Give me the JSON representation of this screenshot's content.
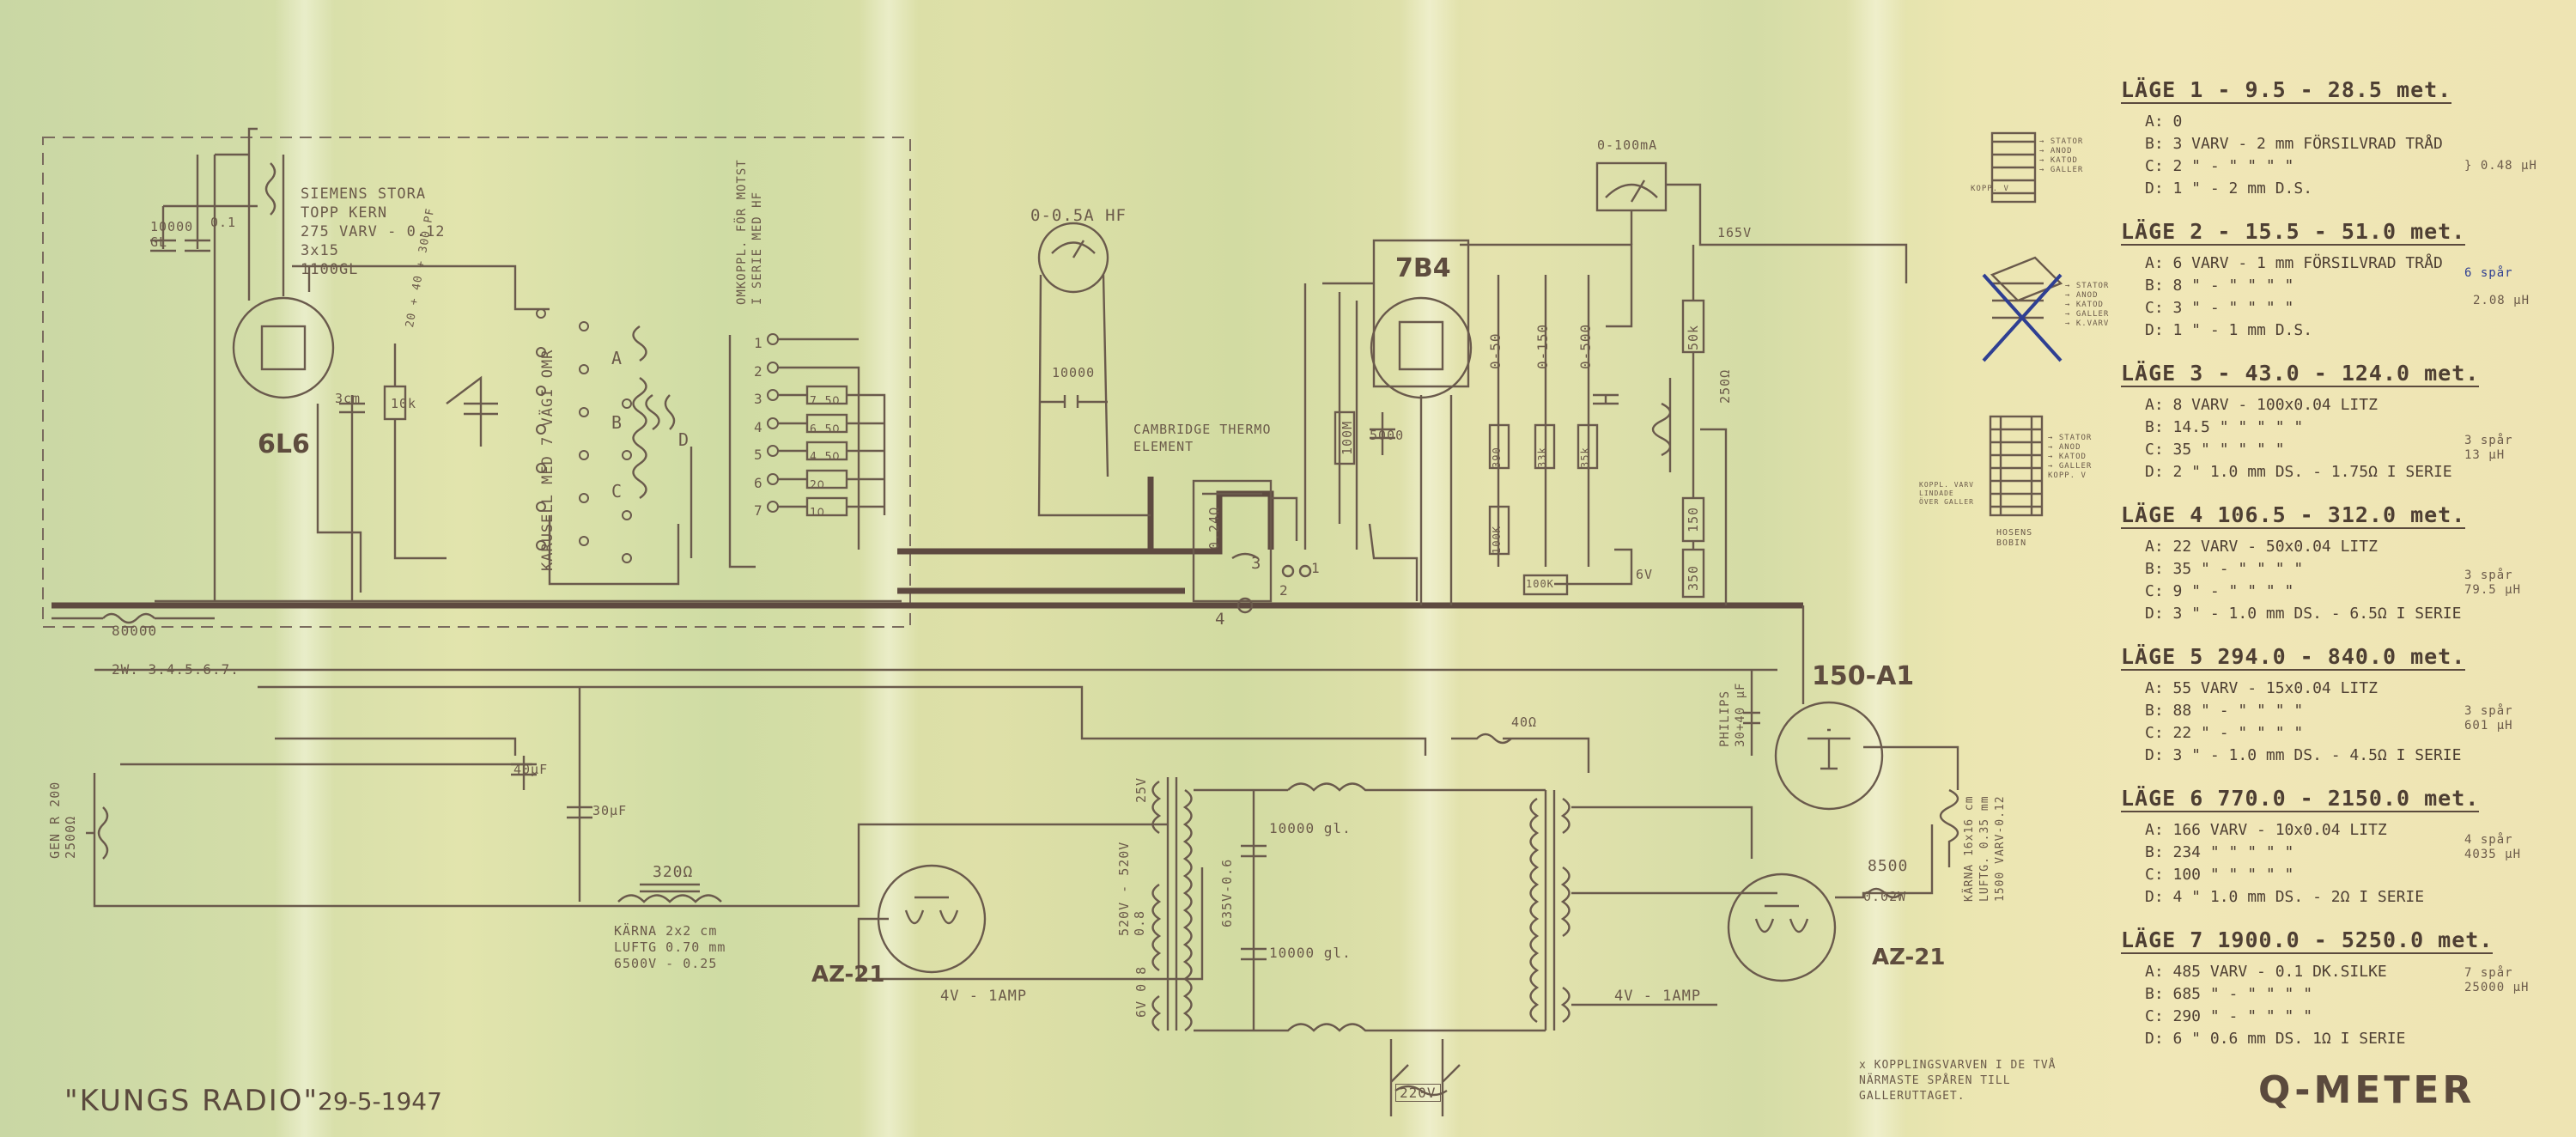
{
  "footer": {
    "maker": "\"KUNGS RADIO\"",
    "date": "29-5-1947",
    "title": "Q-METER"
  },
  "tubes": {
    "t6l6": "6L6",
    "t7b4": "7B4",
    "t150a1": "150-A1",
    "az21": "AZ-21"
  },
  "labels": {
    "siemens_1": "SIEMENS STORA",
    "siemens_2": "TOPP KERN",
    "siemens_3": "275 VARV - 0.12",
    "siemens_4": "3x15",
    "siemens_5": "1100GL",
    "cap_10000": "10000",
    "cap_gl": "GL",
    "cap_01": "0.1",
    "cm3": "3cm",
    "k10": "10k",
    "trimmer": "20 + 40 + 300 PF",
    "karusell": "KARUSELL MED 7 VÄGI OMR",
    "coil_a": "A",
    "coil_b": "B",
    "coil_c": "C",
    "coil_d": "D",
    "omkoppl_1": "OMKOPPL. FÖR MOTST",
    "omkoppl_2": "I SERIE MED HF",
    "pos_1": "1",
    "pos_2": "2",
    "pos_3": "3",
    "pos_4": "4",
    "pos_5": "5",
    "pos_6": "6",
    "pos_7": "7",
    "r_75": "7.5Ω",
    "r_65": "6.5Ω",
    "r_45": "4.5Ω",
    "r_22": "2Ω",
    "r_1": "1Ω",
    "meter_hf": "0-0.5A HF",
    "cap_10000b": "10000",
    "thermo_1": "CAMBRIDGE THERMO",
    "thermo_2": "ELEMENT",
    "thermo_r": "0.24Ω",
    "pin_3": "3",
    "pin_4": "4",
    "pin_2": "2",
    "pin_1": "1",
    "m100": "100M",
    "cap_5000": "5000",
    "range_50": "0-50",
    "range_150": "0-150",
    "range_500": "0-500",
    "r_390": "390",
    "r_33k": "33k",
    "r_35k": "35k",
    "r_100k": "100K",
    "meter_ma": "0-100mA",
    "v165": "165V",
    "r_50k": "50k",
    "r_250": "250Ω",
    "r_150": "150",
    "r_350": "350",
    "v6": "6V",
    "philips_1": "PHILIPS",
    "philips_2": "30+40 μF",
    "r_40": "40Ω",
    "karna_r1": "KÄRNA 16x16 cm",
    "karna_r2": "LUFTG. 0.35 mm",
    "karna_r3": "1500 VARV-0.12",
    "r_8500": "8500",
    "w02": "0.02W",
    "r_80000": "80000",
    "w2": "2W. 3.4.5.6.7.",
    "uf40": "40μF",
    "uf30": "30μF",
    "gen_1": "GEN R 200",
    "gen_2": "2500Ω",
    "r_320": "320Ω",
    "karna_l1": "KÄRNA 2x2 cm",
    "karna_l2": "LUFTG 0.70 mm",
    "karna_l3": "6500V - 0.25",
    "v25": "25V",
    "sec_1": "520V - 520V",
    "sec_2": "0.8",
    "v635": "635V-0.6",
    "v6b": "6V 0.8",
    "gl10000": "10000 gl.",
    "v4amp": "4V - 1AMP",
    "v220": "220V",
    "note_1": "x KOPPLINGSVARVEN I DE TVÅ",
    "note_2": "NÄRMASTE SPÅREN TILL",
    "note_3": "GALLERUTTAGET."
  },
  "coil_pins": {
    "stator": "→ STATOR",
    "anod": "→ ANOD",
    "katod": "→ KATOD",
    "galler": "→ GALLER",
    "k_varv": "→ K.VARV",
    "kopp_v": "KOPP. V",
    "kopp_note_1": "KOPPL. VARV",
    "kopp_note_2": "LINDADE",
    "kopp_note_3": "ÖVER GALLER",
    "hosens": "HOSENS",
    "bobin": "BOBIN"
  },
  "modes": [
    {
      "heading": "LÄGE 1 - 9.5 - 28.5 met.",
      "rows": [
        "A: 0",
        "B: 3 VARV - 2 mm FÖRSILVRAD TRÅD",
        "C: 2 \" - \" \" \" \"",
        "D: 1 \" - 2 mm D.S."
      ]
    },
    {
      "heading": "LÄGE 2 - 15.5 - 51.0 met.",
      "rows": [
        "A: 6 VARV - 1 mm FÖRSILVRAD TRÅD",
        "B: 8 \" - \" \" \" \"",
        "C: 3 \" - \" \" \" \"",
        "D: 1 \" - 1 mm D.S."
      ]
    },
    {
      "heading": "LÄGE 3 - 43.0 - 124.0 met.",
      "rows": [
        "A: 8 VARV - 100x0.04 LITZ",
        "B: 14.5 \" \" \" \" \"",
        "C: 35 \" \" \" \" \"",
        "D: 2 \" 1.0 mm DS. - 1.75Ω I SERIE"
      ]
    },
    {
      "heading": "LÄGE 4 106.5 - 312.0 met.",
      "rows": [
        "A: 22 VARV - 50x0.04 LITZ",
        "B: 35 \" - \" \" \" \"",
        "C: 9 \" - \" \" \" \"",
        "D: 3 \" - 1.0 mm DS. - 6.5Ω I SERIE"
      ]
    },
    {
      "heading": "LÄGE 5 294.0 - 840.0 met.",
      "rows": [
        "A: 55 VARV - 15x0.04 LITZ",
        "B: 88 \" - \" \" \" \"",
        "C: 22 \" - \" \" \" \"",
        "D: 3 \" - 1.0 mm DS. - 4.5Ω I SERIE"
      ]
    },
    {
      "heading": "LÄGE 6 770.0 - 2150.0 met.",
      "rows": [
        "A: 166 VARV - 10x0.04 LITZ",
        "B: 234 \" \" \" \" \"",
        "C: 100 \" \" \" \" \"",
        "D: 4 \" 1.0 mm DS. - 2Ω I SERIE"
      ]
    },
    {
      "heading": "LÄGE 7 1900.0 - 5250.0 met.",
      "rows": [
        "A: 485 VARV - 0.1 DK.SILKE",
        "B: 685 \" - \" \" \" \"",
        "C: 290 \" - \" \" \" \"",
        "D: 6 \" 0.6 mm DS. 1Ω I SERIE"
      ]
    }
  ],
  "mode_notes": {
    "m1": "} 0.48 μH",
    "m2_blue": "6 spår",
    "m2": "2.08 μH",
    "m3a": "3 spår",
    "m3b": "13 μH",
    "m4a": "3 spår",
    "m4b": "79.5 μH",
    "m5a": "3 spår",
    "m5b": "601 μH",
    "m6a": "4 spår",
    "m6b": "4035 μH",
    "m7a": "7 spår",
    "m7b": "25000 μH"
  }
}
